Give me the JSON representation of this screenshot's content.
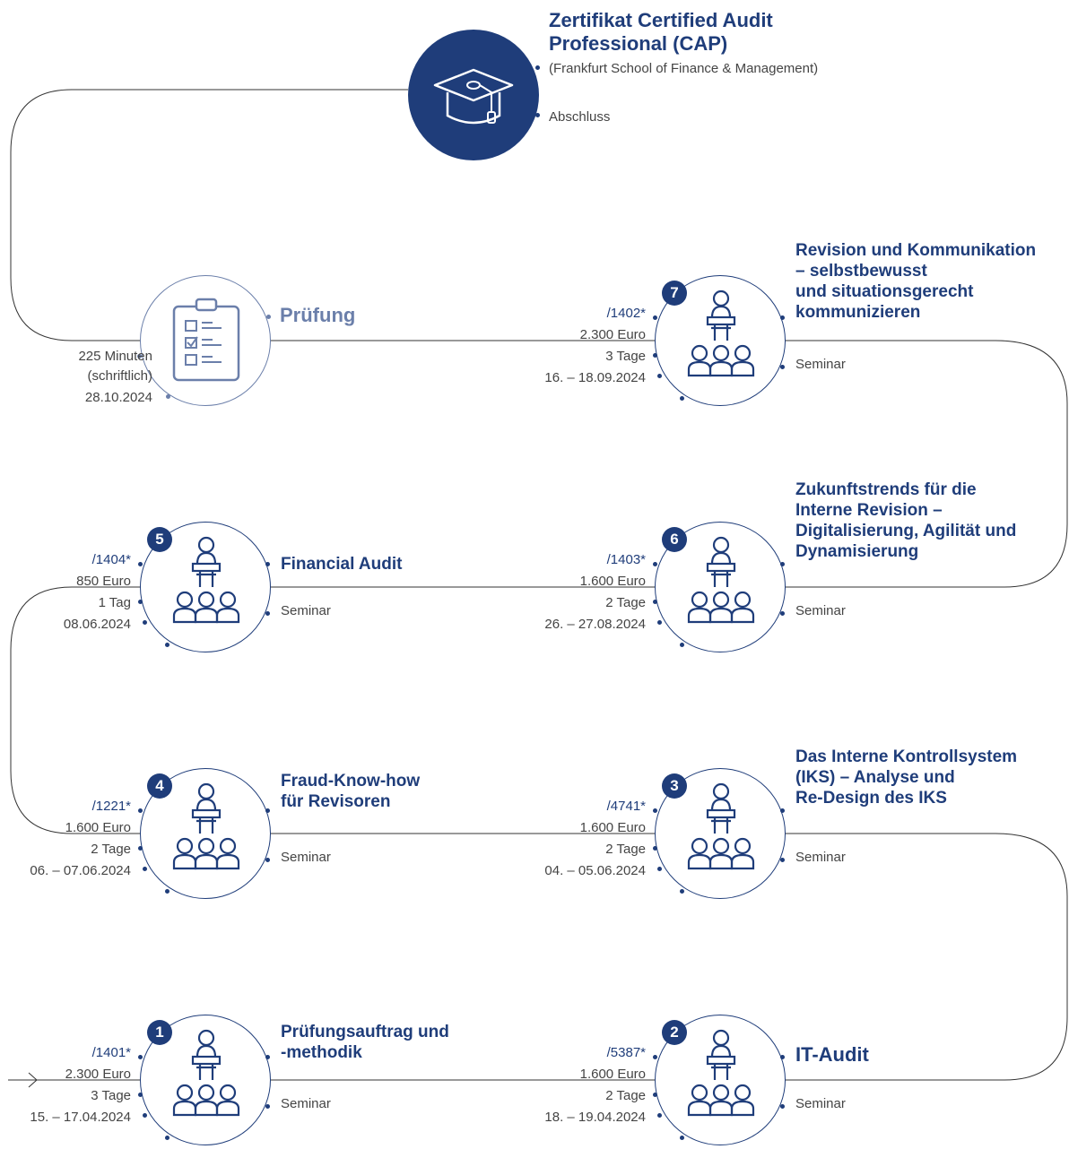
{
  "final": {
    "title_line1": "Zertifikat Certified Audit",
    "title_line2": "Professional (CAP)",
    "institution": "(Frankfurt School of Finance & Management)",
    "label": "Abschluss",
    "icon": "graduation-cap-icon"
  },
  "exam": {
    "title": "Prüfung",
    "duration_line1": "225 Minuten",
    "duration_line2": "(schriftlich)",
    "date": "28.10.2024",
    "icon": "clipboard-checklist-icon"
  },
  "seminars": [
    {
      "number": "1",
      "title_line1": "Prüfungsauftrag und",
      "title_line2": "-methodik",
      "title_line3": "",
      "title_line4": "",
      "type": "Seminar",
      "code": "/1401*",
      "price": "2.300 Euro",
      "duration": "3 Tage",
      "dates": "15. – 17.04.2024"
    },
    {
      "number": "2",
      "title_line1": "IT-Audit",
      "title_line2": "",
      "title_line3": "",
      "title_line4": "",
      "type": "Seminar",
      "code": "/5387*",
      "price": "1.600 Euro",
      "duration": "2 Tage",
      "dates": "18. – 19.04.2024"
    },
    {
      "number": "3",
      "title_line1": "Das Interne Kontrollsystem",
      "title_line2": "(IKS) – Analyse und",
      "title_line3": "Re-Design des IKS",
      "title_line4": "",
      "type": "Seminar",
      "code": "/4741*",
      "price": "1.600 Euro",
      "duration": "2 Tage",
      "dates": "04. – 05.06.2024"
    },
    {
      "number": "4",
      "title_line1": "Fraud-Know-how",
      "title_line2": "für Revisoren",
      "title_line3": "",
      "title_line4": "",
      "type": "Seminar",
      "code": "/1221*",
      "price": "1.600 Euro",
      "duration": "2 Tage",
      "dates": "06. – 07.06.2024"
    },
    {
      "number": "5",
      "title_line1": "Financial Audit",
      "title_line2": "",
      "title_line3": "",
      "title_line4": "",
      "type": "Seminar",
      "code": "/1404*",
      "price": "850 Euro",
      "duration": "1 Tag",
      "dates": "08.06.2024"
    },
    {
      "number": "6",
      "title_line1": "Zukunftstrends für die",
      "title_line2": "Interne Revision –",
      "title_line3": "Digitalisierung, Agilität und",
      "title_line4": "Dynamisierung",
      "type": "Seminar",
      "code": "/1403*",
      "price": "1.600 Euro",
      "duration": "2 Tage",
      "dates": "26. – 27.08.2024"
    },
    {
      "number": "7",
      "title_line1": "Revision und Kommunikation",
      "title_line2": "– selbstbewusst",
      "title_line3": "und situationsgerecht",
      "title_line4": "kommunizieren",
      "type": "Seminar",
      "code": "/1402*",
      "price": "2.300 Euro",
      "duration": "3 Tage",
      "dates": "16. – 18.09.2024"
    }
  ],
  "colors": {
    "primary": "#1f3d7a",
    "muted": "#6b7faa",
    "text": "#444444"
  },
  "seminar_icon": "presenter-audience-icon",
  "start_icon": "arrow-right-icon"
}
